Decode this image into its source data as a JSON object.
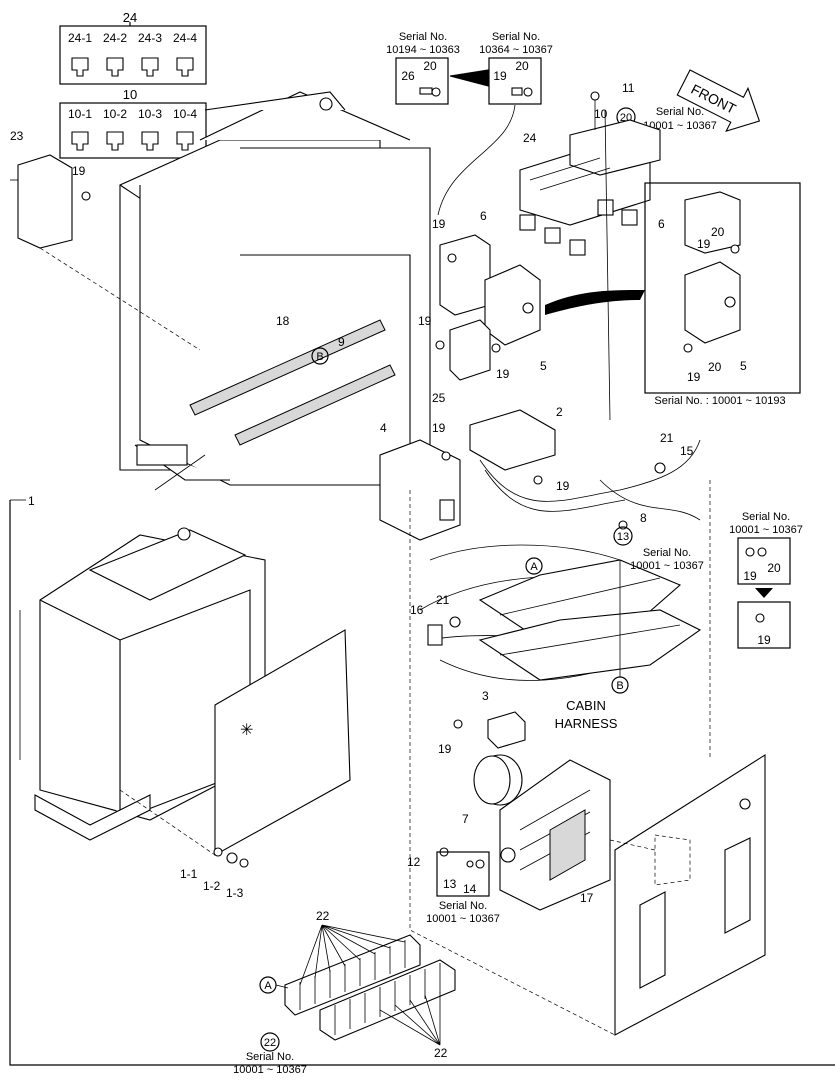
{
  "fuse_box_24": {
    "number": "24",
    "items": [
      "24-1",
      "24-2",
      "24-3",
      "24-4"
    ]
  },
  "fuse_box_10": {
    "number": "10",
    "items": [
      "10-1",
      "10-2",
      "10-3",
      "10-4"
    ]
  },
  "serial_boxes": [
    {
      "title": "Serial No.",
      "range": "10194 ~ 10363",
      "parts": [
        "26",
        "20"
      ]
    },
    {
      "title": "Serial No.",
      "range": "10364 ~ 10367",
      "parts": [
        "19",
        "20"
      ]
    },
    {
      "title": "Serial No.",
      "range": "10001 ~ 10367",
      "parts": [
        "19",
        "20"
      ]
    }
  ],
  "inset_serial": "Serial No. : 10001 ~ 10193",
  "front_label": "FRONT",
  "cabin_harness": [
    "CABIN",
    "HARNESS"
  ],
  "serial_notes": [
    {
      "title": "Serial No.",
      "range": "10001 ~ 10367",
      "ref": "20"
    },
    {
      "title": "Serial No.",
      "range": "10001 ~ 10367",
      "ref": "13"
    },
    {
      "title": "Serial No.",
      "range": "10001 ~ 10367",
      "ref": "14"
    },
    {
      "title": "Serial No.",
      "range": "10001 ~ 10367",
      "ref": "22"
    }
  ],
  "ref_markers": [
    "A",
    "B"
  ],
  "callouts": [
    "1",
    "1-1",
    "1-2",
    "1-3",
    "2",
    "3",
    "4",
    "5",
    "6",
    "7",
    "8",
    "9",
    "10",
    "11",
    "12",
    "13",
    "14",
    "15",
    "16",
    "17",
    "18",
    "19",
    "20",
    "21",
    "22",
    "23",
    "24",
    "25",
    "26"
  ]
}
